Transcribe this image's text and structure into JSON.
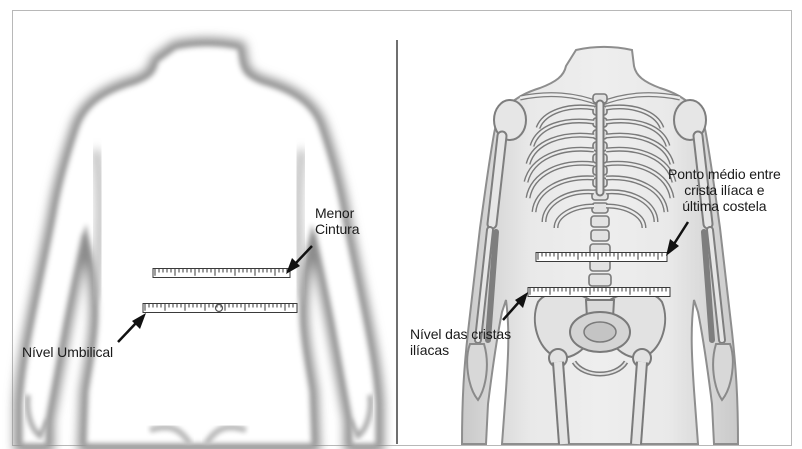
{
  "figure": {
    "left_panel": {
      "labels": {
        "smallest_waist": [
          "Menor",
          "Cintura"
        ],
        "umbilical_level": [
          "Nível Umbilical"
        ]
      }
    },
    "right_panel": {
      "labels": {
        "midpoint": [
          "Ponto médio entre",
          "crista ilíaca e",
          "última costela"
        ],
        "iliac_crest": [
          "Nível das cristas",
          "ilíacas"
        ]
      }
    }
  },
  "colors": {
    "body_outline": "#9a9a9a",
    "bone_fill": "#e4e4e4",
    "tape_stroke": "#3a3a3a",
    "arrow": "#111111"
  }
}
